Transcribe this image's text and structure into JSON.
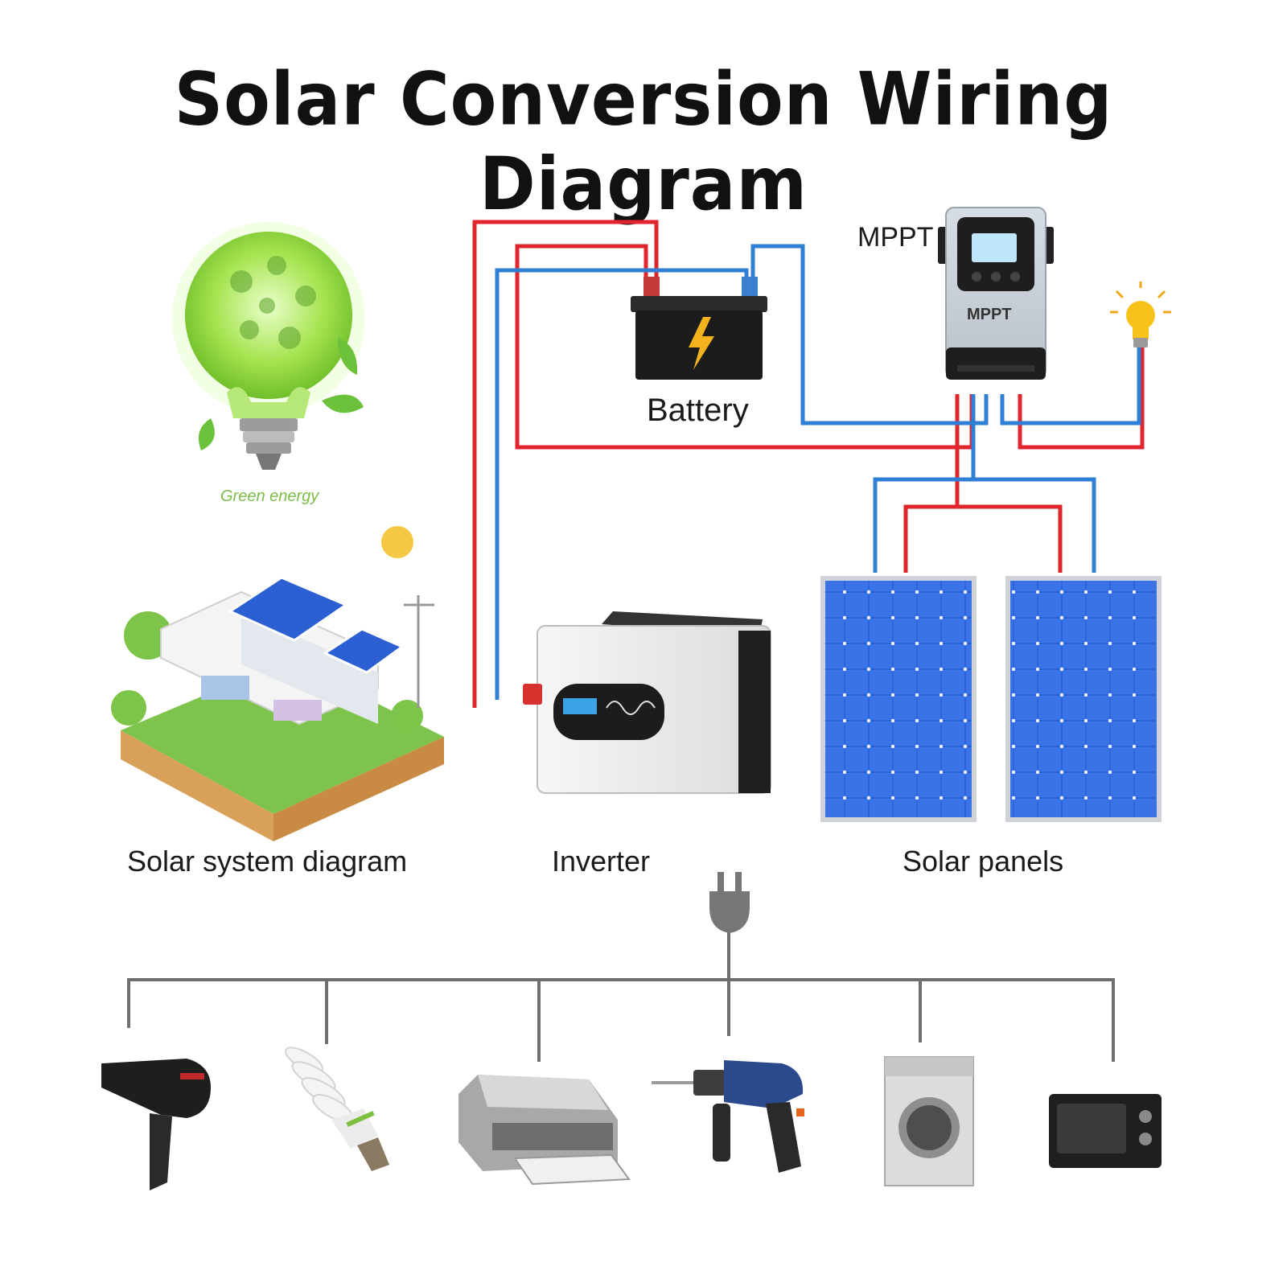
{
  "diagram": {
    "title": "Solar Conversion Wiring Diagram",
    "labels": {
      "battery": "Battery",
      "mppt": "MPPT",
      "mppt_device_text": "MPPT",
      "solar_system": "Solar system diagram",
      "inverter": "Inverter",
      "solar_panels": "Solar panels",
      "green_energy": "Green energy"
    },
    "colors": {
      "positive_wire": "#e0262c",
      "negative_wire": "#2f7fd6",
      "ac_line": "#6f6f6f",
      "panel_blue": "#2f63d8",
      "bulb_green": "#9be04a"
    },
    "loads": [
      "hair-dryer-icon",
      "cfl-bulb-icon",
      "printer-icon",
      "power-drill-icon",
      "washing-machine-icon",
      "microwave-oven-icon"
    ]
  }
}
